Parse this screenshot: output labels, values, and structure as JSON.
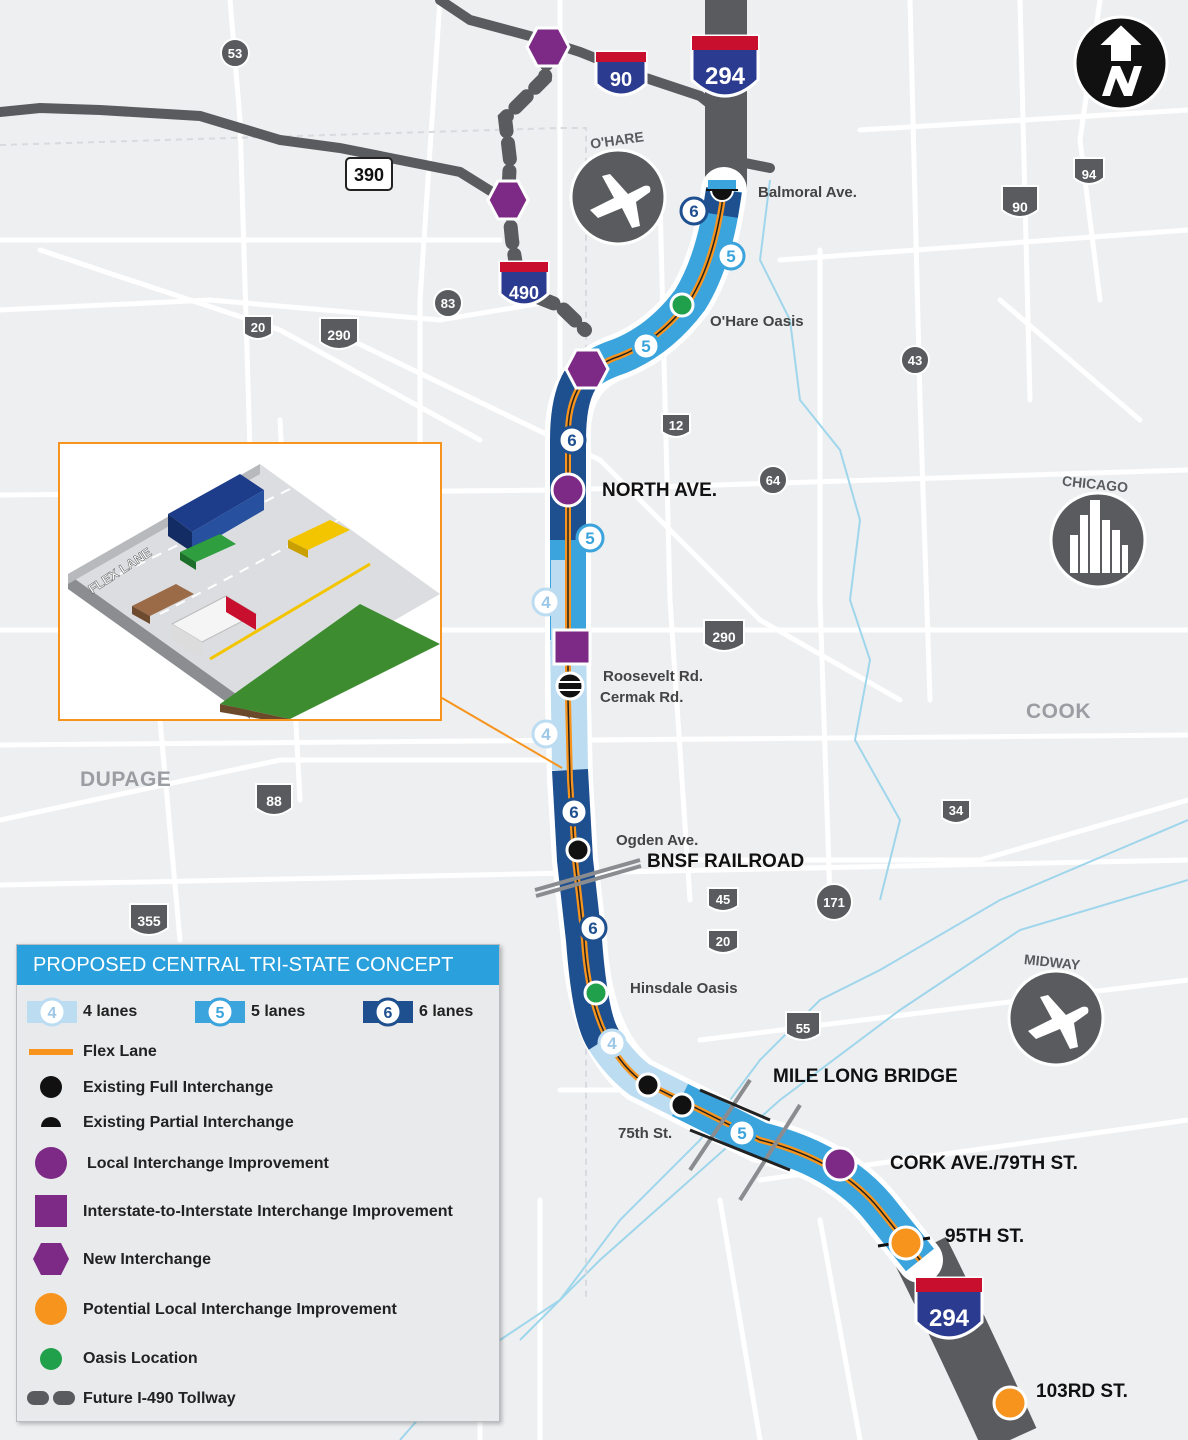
{
  "route_shields": {
    "i294_top": "294",
    "i294_bottom": "294",
    "i90": "90",
    "i490": "490",
    "il390": "390",
    "r53": "53",
    "r20a": "20",
    "r290a": "290",
    "r83": "83",
    "r12": "12",
    "r64": "64",
    "r43": "43",
    "r94": "94",
    "r90b": "90",
    "r290b": "290",
    "r88": "88",
    "r34": "34",
    "r355": "355",
    "r45": "45",
    "r20b": "20",
    "r171": "171",
    "r55": "55"
  },
  "places": {
    "ohare": "O'HARE",
    "chicago": "CHICAGO",
    "midway": "MIDWAY",
    "cook": "COOK",
    "dupage": "DUPAGE"
  },
  "labels": {
    "balmoral": "Balmoral Ave.",
    "ohare_oasis": "O'Hare Oasis",
    "north_ave": "NORTH AVE.",
    "roosevelt": "Roosevelt Rd.",
    "cermak": "Cermak Rd.",
    "ogden": "Ogden Ave.",
    "bnsf": "BNSF RAILROAD",
    "hinsdale_oasis": "Hinsdale Oasis",
    "mile_long_bridge": "MILE LONG BRIDGE",
    "st75": "75th St.",
    "cork": "CORK AVE./79TH ST.",
    "st95": "95TH ST.",
    "st103": "103RD ST."
  },
  "lane_badges": [
    "6",
    "5",
    "5",
    "6",
    "5",
    "4",
    "4",
    "6",
    "6",
    "4",
    "5"
  ],
  "inset": {
    "flex_lane_label": "FLEX LANE"
  },
  "legend": {
    "title": "PROPOSED CENTRAL TRI-STATE CONCEPT",
    "lanes_4_num": "4",
    "lanes_4": "4 lanes",
    "lanes_5_num": "5",
    "lanes_5": "5 lanes",
    "lanes_6_num": "6",
    "lanes_6": "6 lanes",
    "flex": "Flex Lane",
    "full": "Existing Full Interchange",
    "partial": "Existing Partial Interchange",
    "local": "Local Interchange Improvement",
    "interstate": "Interstate-to-Interstate Interchange Improvement",
    "new": "New Interchange",
    "potential": "Potential Local Interchange Improvement",
    "oasis": "Oasis Location",
    "future": "Future I-490 Tollway"
  },
  "colors": {
    "road_grey": "#595b5e",
    "lanes_6": "#1e4f8f",
    "lanes_5": "#3ba4dd",
    "lanes_4": "#bcdcf2",
    "flex": "#f7941d",
    "purple": "#7d2a86",
    "green": "#20a04b",
    "orange": "#f7941d",
    "legend_title_bg": "#2aa0dc"
  }
}
